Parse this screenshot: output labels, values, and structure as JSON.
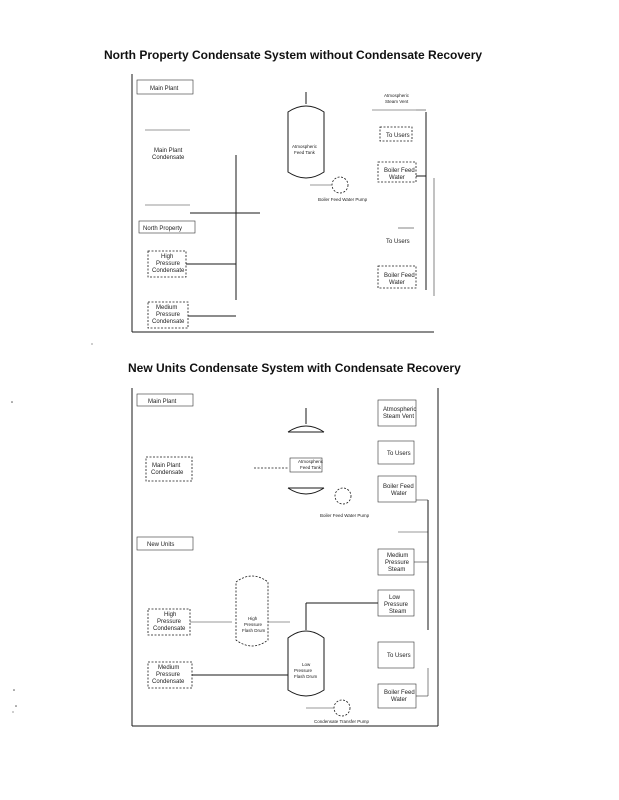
{
  "diagram1": {
    "title": "North Property Condensate System without Condensate Recovery",
    "main_plant": "Main Plant",
    "main_plant_condensate": [
      "Main Plant",
      "Condensate"
    ],
    "north_property": "North Property",
    "high_pressure_condensate": [
      "High",
      "Pressure",
      "Condensate"
    ],
    "medium_pressure_condensate": [
      "Medium",
      "Pressure",
      "Condensate"
    ],
    "feed_tank": [
      "Atmospheric",
      "Feed Tank"
    ],
    "pump": "Boiler Feed Water Pump",
    "atmospheric_vent": [
      "Atmospheric",
      "Steam Vent"
    ],
    "to_users_1": "To Users",
    "boiler_feed_water_1": [
      "Boiler Feed",
      "Water"
    ],
    "to_users_2": "To Users",
    "boiler_feed_water_2": [
      "Boiler Feed",
      "Water"
    ]
  },
  "diagram2": {
    "title": "New Units Condensate System with Condensate Recovery",
    "main_plant": "Main Plant",
    "main_plant_condensate": [
      "Main Plant",
      "Condensate"
    ],
    "new_units": "New Units",
    "high_pressure_condensate": [
      "High",
      "Pressure",
      "Condensate"
    ],
    "medium_pressure_condensate": [
      "Medium",
      "Pressure",
      "Condensate"
    ],
    "feed_tank": [
      "Atmospheric",
      "Feed Tank"
    ],
    "pump_1": "Boiler Feed Water Pump",
    "atmospheric_vent": [
      "Atmospheric",
      "Steam Vent"
    ],
    "to_users_1": "To Users",
    "boiler_feed_water_1": [
      "Boiler Feed",
      "Water"
    ],
    "high_flash": [
      "High",
      "Pressure",
      "Flash Drum"
    ],
    "medium_pressure_steam": [
      "Medium",
      "Pressure",
      "Steam"
    ],
    "low_pressure_steam": [
      "Low",
      "Pressure",
      "Steam"
    ],
    "low_flash": [
      "Low",
      "Pressure",
      "Flash Drum"
    ],
    "to_users_2": "To Users",
    "boiler_feed_water_2": [
      "Boiler Feed",
      "Water"
    ],
    "pump_2": "Condensate Transfer Pump"
  }
}
